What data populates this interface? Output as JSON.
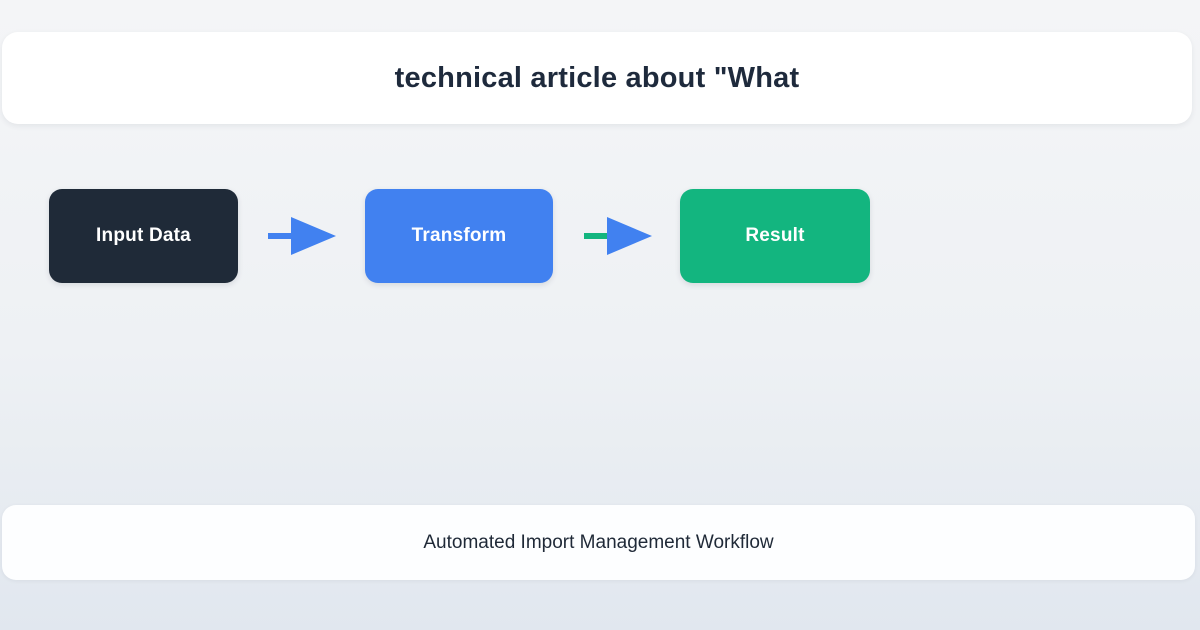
{
  "header": {
    "title": "technical article about \"What"
  },
  "flow": {
    "nodes": [
      {
        "id": "input-data",
        "label": "Input Data",
        "fill": "#1f2a38",
        "text_color": "#ffffff"
      },
      {
        "id": "transform",
        "label": "Transform",
        "fill": "#4181f0",
        "text_color": "#ffffff"
      },
      {
        "id": "result",
        "label": "Result",
        "fill": "#13b57f",
        "text_color": "#ffffff"
      }
    ],
    "arrows": [
      {
        "shaft_color": "#4181f0",
        "head_color": "#4181f0"
      },
      {
        "shaft_color": "#13b57f",
        "head_color": "#4181f0"
      }
    ]
  },
  "footer": {
    "caption": "Automated Import Management Workflow"
  },
  "colors": {
    "background_top": "#f4f5f7",
    "background_bottom": "#e1e7ef",
    "card_background": "#ffffff",
    "title_text": "#1e2a3c",
    "caption_text": "#1f2937"
  }
}
